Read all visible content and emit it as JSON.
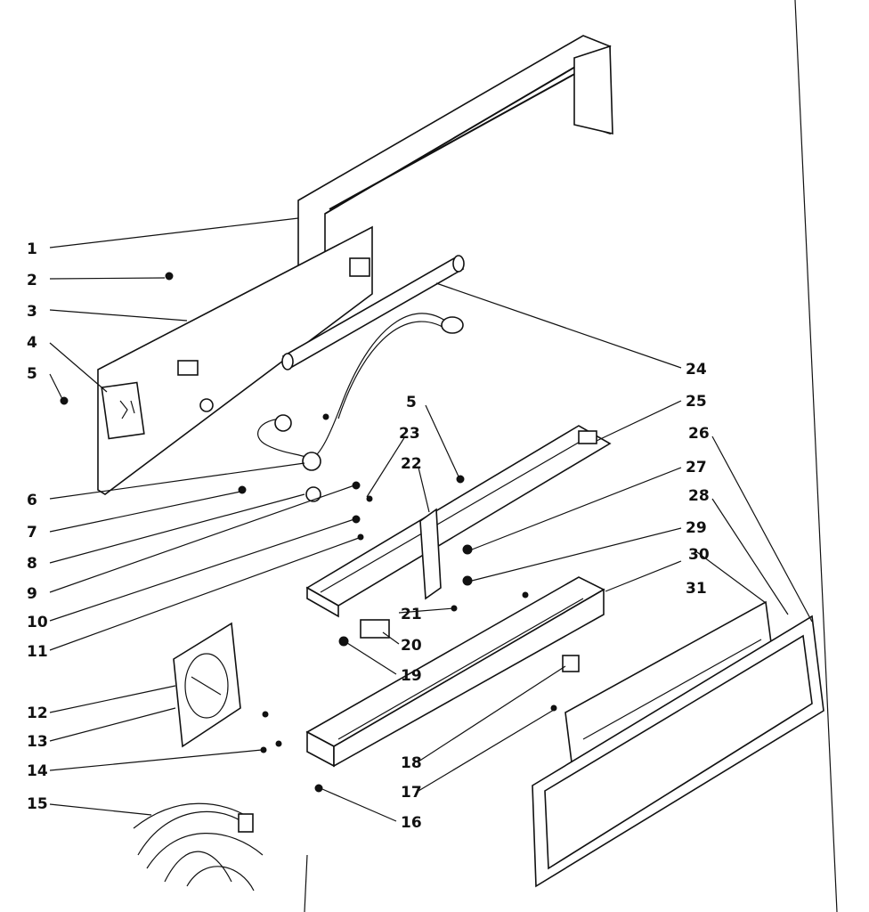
{
  "diagram": {
    "callouts": [
      {
        "n": "1"
      },
      {
        "n": "2"
      },
      {
        "n": "3"
      },
      {
        "n": "4"
      },
      {
        "n": "5"
      },
      {
        "n": "6"
      },
      {
        "n": "7"
      },
      {
        "n": "8"
      },
      {
        "n": "9"
      },
      {
        "n": "10"
      },
      {
        "n": "11"
      },
      {
        "n": "12"
      },
      {
        "n": "13"
      },
      {
        "n": "14"
      },
      {
        "n": "15"
      },
      {
        "n": "24"
      },
      {
        "n": "25"
      },
      {
        "n": "26"
      },
      {
        "n": "27"
      },
      {
        "n": "28"
      },
      {
        "n": "29"
      },
      {
        "n": "30"
      },
      {
        "n": "31"
      },
      {
        "n": "5"
      },
      {
        "n": "23"
      },
      {
        "n": "22"
      },
      {
        "n": "21"
      },
      {
        "n": "20"
      },
      {
        "n": "19"
      },
      {
        "n": "18"
      },
      {
        "n": "17"
      },
      {
        "n": "16"
      }
    ]
  }
}
